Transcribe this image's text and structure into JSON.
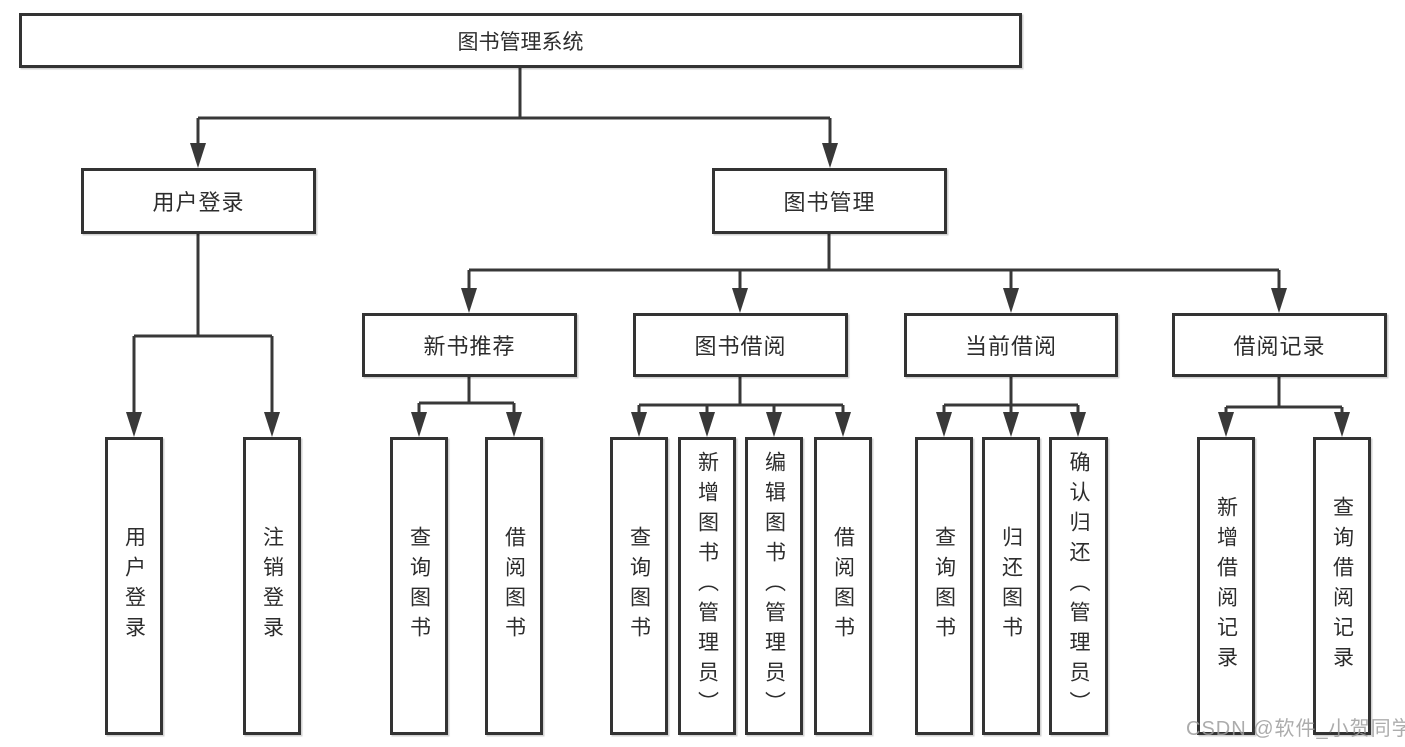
{
  "diagram": {
    "kind": "feature-structure-tree",
    "colors": {
      "background": "#ffffff",
      "line": "#383838",
      "box_border": "#333333",
      "text": "#2d2d2d",
      "watermark": "#9e9e9e"
    },
    "watermark": "CSDN @软件_小贺同学",
    "tree": {
      "root": {
        "label": "图书管理系统"
      },
      "branches": [
        {
          "label": "用户登录",
          "children": [
            "用户登录",
            "注销登录"
          ]
        },
        {
          "label": "图书管理",
          "groups": [
            {
              "label": "新书推荐",
              "children": [
                "查询图书",
                "借阅图书"
              ]
            },
            {
              "label": "图书借阅",
              "children": [
                "查询图书",
                "新增图书（管理员）",
                "编辑图书（管理员）",
                "借阅图书"
              ]
            },
            {
              "label": "当前借阅",
              "children": [
                "查询图书",
                "归还图书",
                "确认归还（管理员）"
              ]
            },
            {
              "label": "借阅记录",
              "children": [
                "新增借阅记录",
                "查询借阅记录"
              ]
            }
          ]
        }
      ]
    }
  }
}
